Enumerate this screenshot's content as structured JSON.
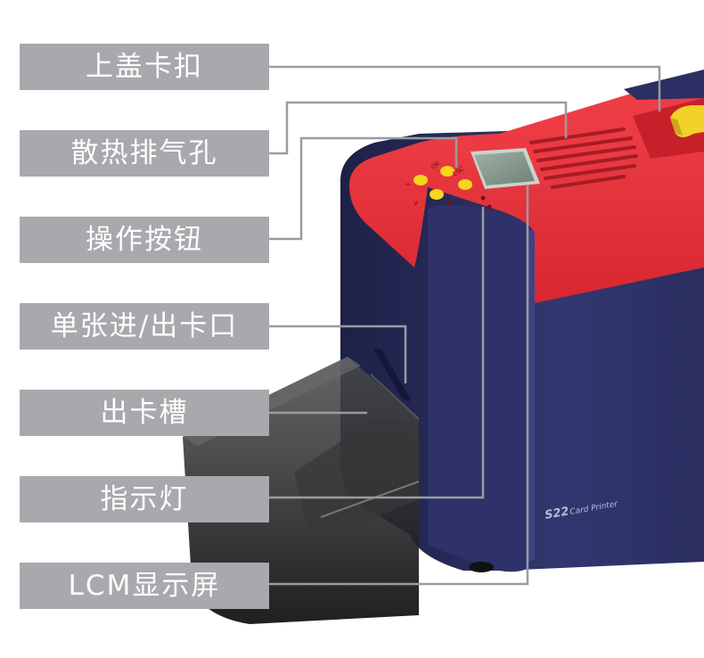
{
  "labels": [
    {
      "text": "上盖卡扣"
    },
    {
      "text": "散热排气孔"
    },
    {
      "text": "操作按钮"
    },
    {
      "text": "单张进/出卡口"
    },
    {
      "text": "出卡槽"
    },
    {
      "text": "指示灯"
    },
    {
      "text": "LCM显示屏"
    }
  ],
  "printer": {
    "model": "S22",
    "subtitle": "Card Printer",
    "button_labels": {
      "ok": "OK",
      "esc": "ESC",
      "up": "^",
      "down": "v"
    }
  },
  "colors": {
    "label_bg": "#a7a9ac",
    "label_text": "#ffffff",
    "body": "#2b2f63",
    "lid": "#e8303a",
    "button": "#f5d51e",
    "latch": "#f1d12a",
    "tray": "#2c2c2e",
    "leader": "#9a9ca0"
  }
}
